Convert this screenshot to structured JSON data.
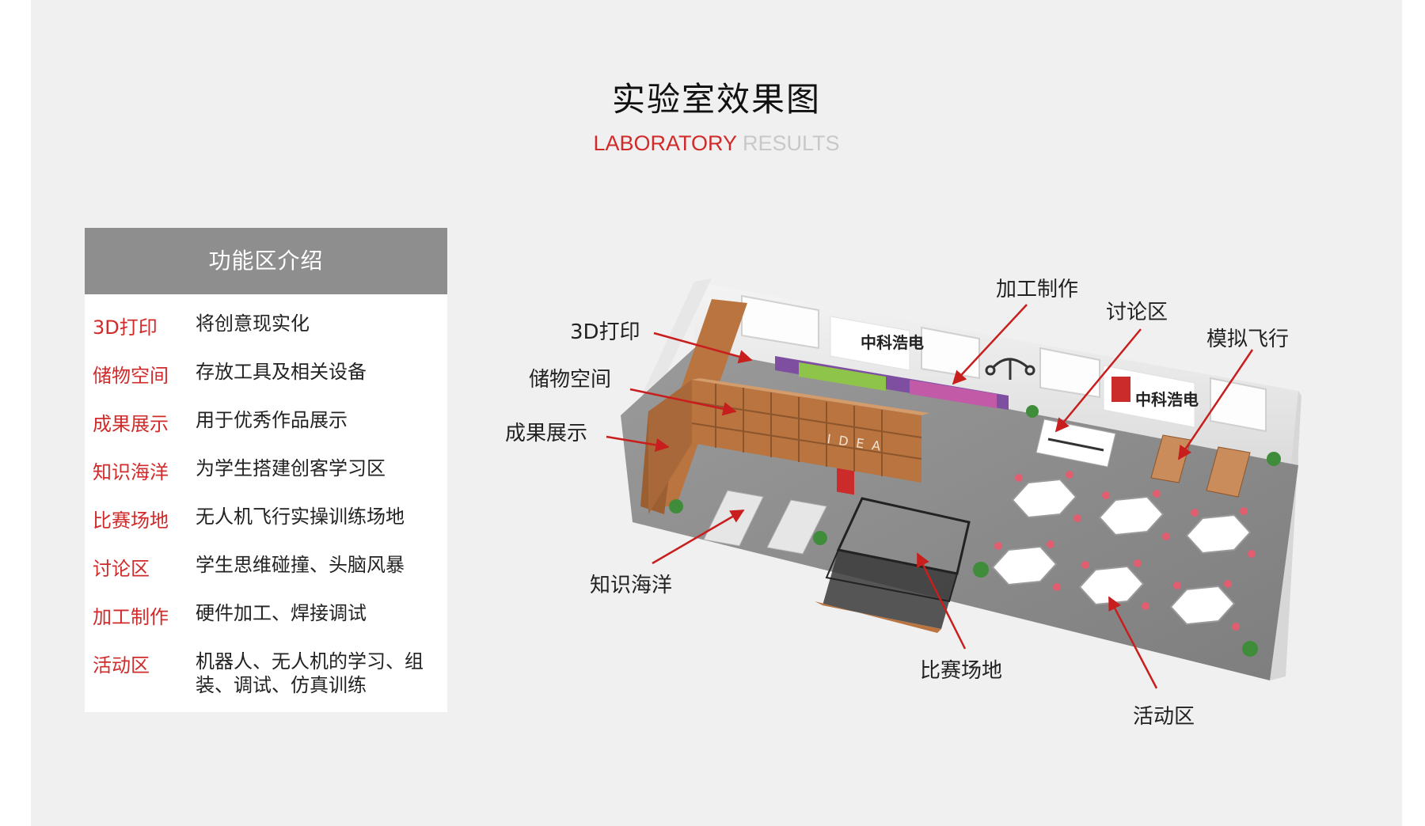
{
  "title": "实验室效果图",
  "subtitle": {
    "red": "LABORATORY",
    "gray": "RESULTS"
  },
  "panel": {
    "header": "功能区介绍",
    "rows": [
      {
        "name": "3D打印",
        "desc": "将创意现实化"
      },
      {
        "name": "储物空间",
        "desc": "存放工具及相关设备"
      },
      {
        "name": "成果展示",
        "desc": "用于优秀作品展示"
      },
      {
        "name": "知识海洋",
        "desc": "为学生搭建创客学习区"
      },
      {
        "name": "比赛场地",
        "desc": "无人机飞行实操训练场地"
      },
      {
        "name": "讨论区",
        "desc": "学生思维碰撞、头脑风暴"
      },
      {
        "name": "加工制作",
        "desc": "硬件加工、焊接调试"
      },
      {
        "name": "活动区",
        "desc": "机器人、无人机的学习、组装、调试、仿真训练"
      }
    ]
  },
  "callouts": {
    "print3d": "3D打印",
    "storage": "储物空间",
    "showcase": "成果展示",
    "knowledge": "知识海洋",
    "competition": "比赛场地",
    "processing": "加工制作",
    "discussion": "讨论区",
    "flight": "模拟飞行",
    "activity": "活动区"
  },
  "brand": {
    "logo_text": "中科浩电",
    "shelf_text": "IDEA"
  },
  "colors": {
    "accent": "#d12a2a",
    "header_bg": "#8e8e8e",
    "wood": "#b9743f",
    "floor": "#8d8d8d"
  }
}
